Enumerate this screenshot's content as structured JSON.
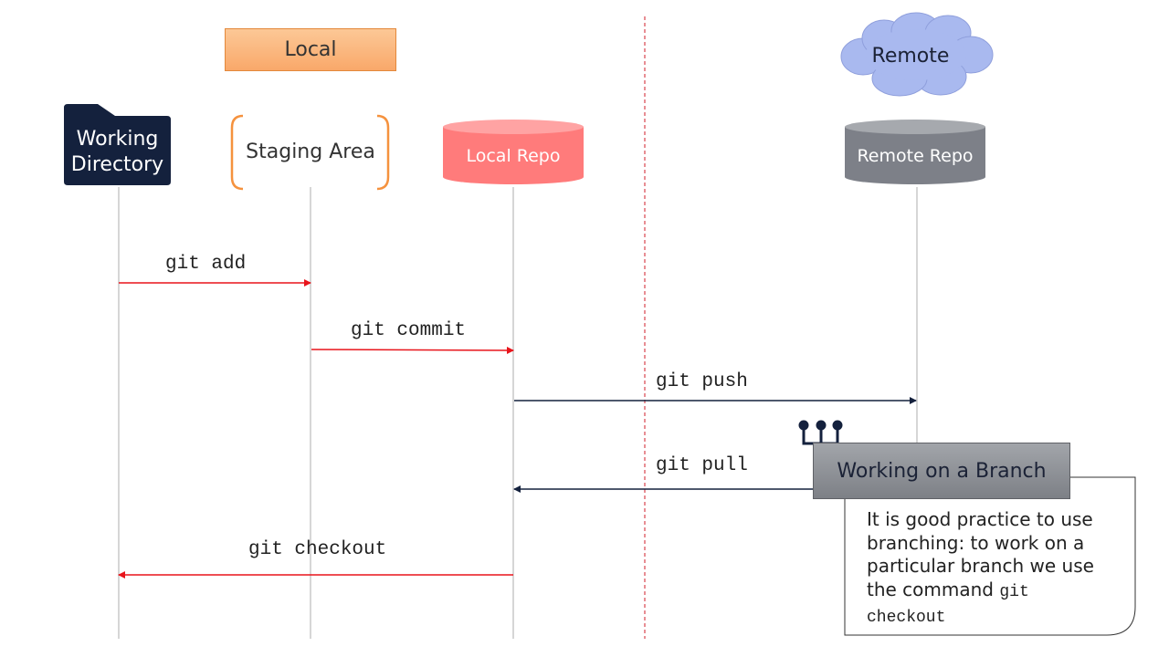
{
  "header": {
    "local_label": "Local",
    "remote_label": "Remote"
  },
  "lanes": {
    "working_directory": [
      "Working",
      "Directory"
    ],
    "staging_area": "Staging Area",
    "local_repo": "Local Repo",
    "remote_repo": "Remote Repo"
  },
  "commands": {
    "add": "git add",
    "commit": "git commit",
    "push": "git push",
    "pull": "git pull",
    "checkout": "git checkout"
  },
  "branch_note": {
    "title": "Working on a Branch",
    "text": "It is good practice to use branching: to work on a particular branch we use the command",
    "code_1": "git",
    "code_2": "checkout"
  },
  "colors": {
    "folder": "#14213d",
    "staging_bracket": "#f5923e",
    "local_repo": "#ff7b7b",
    "remote_repo": "#7d8088",
    "cloud": "#a9b9ef",
    "red_arrow": "#e8141b",
    "navy_arrow": "#14213d",
    "divider": "#d01c2a"
  }
}
